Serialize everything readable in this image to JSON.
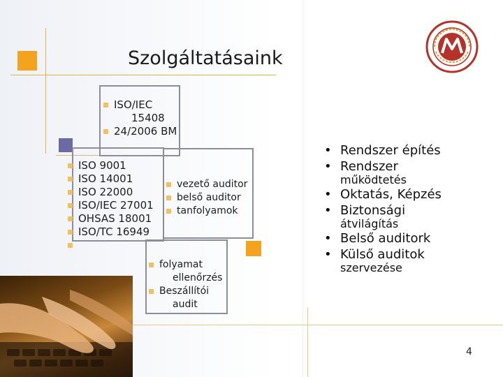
{
  "title": "Szolgáltatásaink",
  "box_iso": {
    "items": [
      "ISO/IEC",
      "15408",
      "24/2006 BM"
    ]
  },
  "standards": {
    "items": [
      "ISO 9001",
      "ISO 14001",
      "ISO 22000",
      "ISO/IEC 27001",
      "OHSAS 18001",
      "ISO/TC 16949",
      ""
    ]
  },
  "auditors": {
    "items": [
      "vezető auditor",
      "belső auditor",
      "tanfolyamok"
    ]
  },
  "process": {
    "items": [
      "folyamat",
      "ellenőrzés",
      "Beszállítói",
      "audit"
    ]
  },
  "services": {
    "items": [
      "Rendszer építés",
      "Rendszer",
      "működtetés",
      "Oktatás, Képzés",
      "Biztonsági",
      "átvilágítás",
      "Belső auditork",
      "Külső auditok",
      "szervezése"
    ]
  },
  "page_number": "4",
  "colors": {
    "accent_orange": "#f4a31f",
    "accent_purple": "#6c6aa3",
    "line_gold": "#e0b34a",
    "bullet": "#f0c160",
    "logo_red": "#b5322a"
  }
}
